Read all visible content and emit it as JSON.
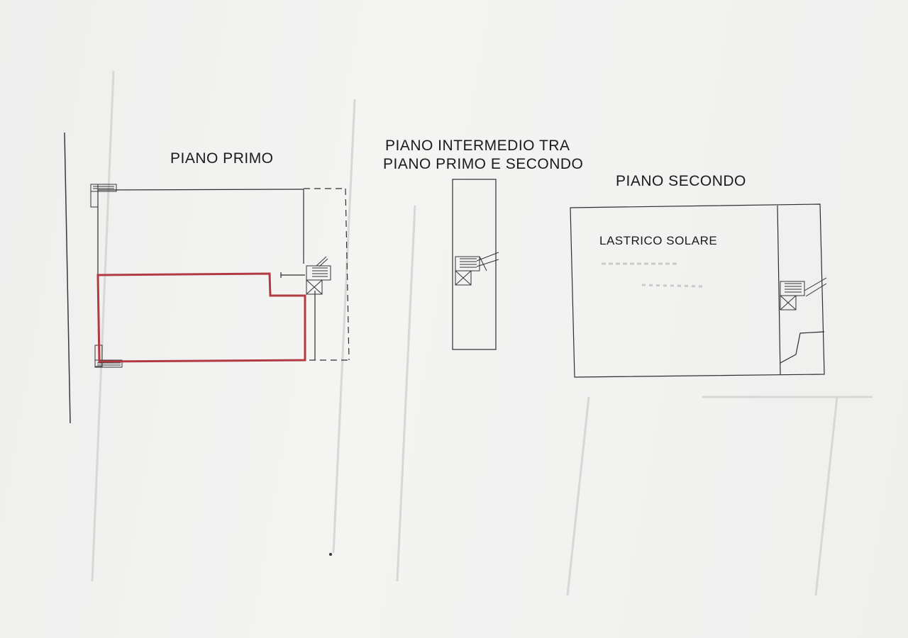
{
  "plan": {
    "piano_primo": {
      "title": "PIANO PRIMO"
    },
    "piano_intermedio": {
      "title_line1": "PIANO INTERMEDIO TRA",
      "title_line2": "PIANO PRIMO E SECONDO"
    },
    "piano_secondo": {
      "title": "PIANO SECONDO",
      "room_label": "LASTRICO SOLARE"
    }
  },
  "colors": {
    "ink": "#2a2a2a",
    "highlight_outline": "#b23a42",
    "faded_background_text": "#d4d4d2"
  }
}
